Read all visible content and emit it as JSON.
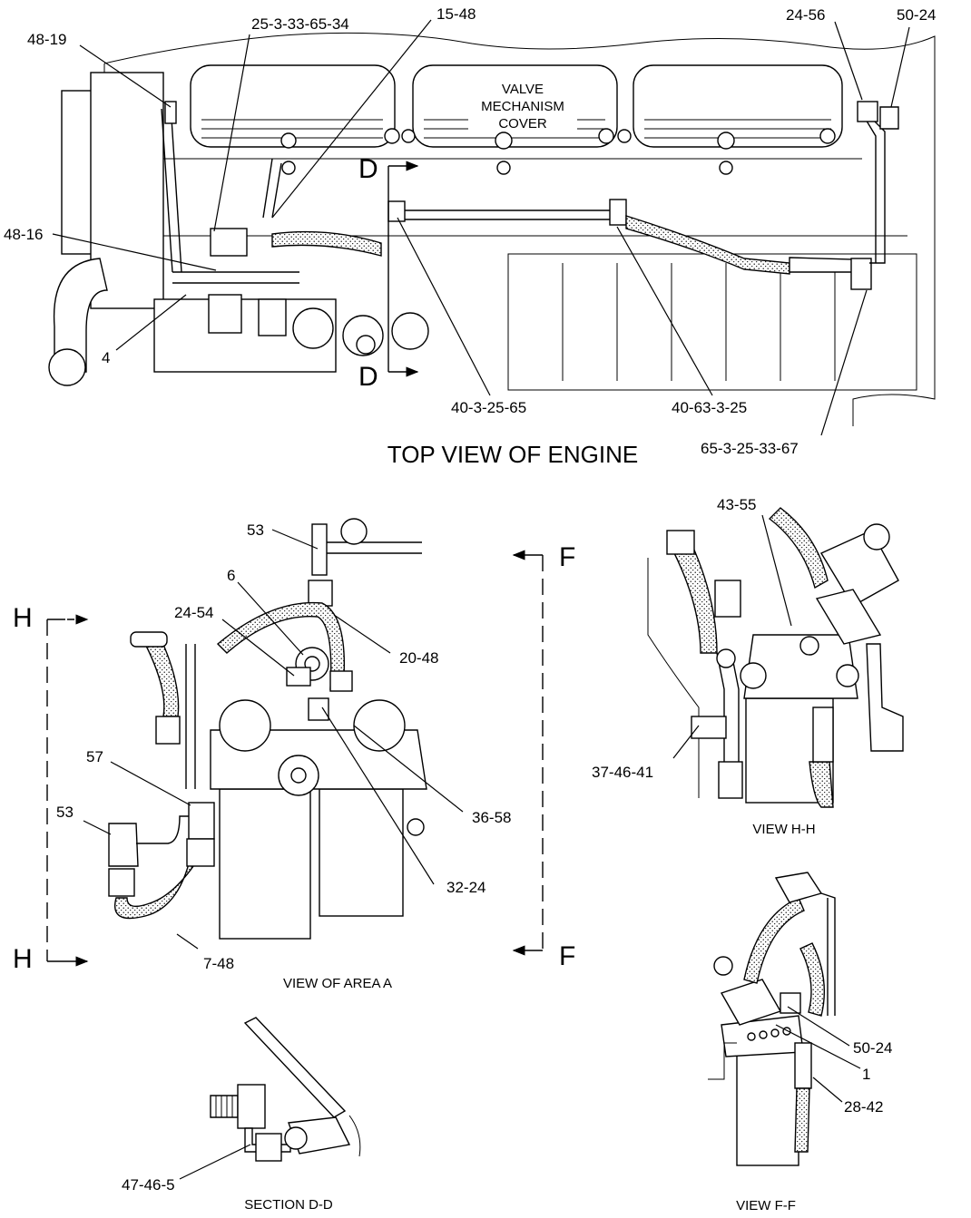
{
  "titles": {
    "top_view": "TOP VIEW OF ENGINE",
    "valve_cover": [
      "VALVE",
      "MECHANISM",
      "COVER"
    ],
    "view_area_a": "VIEW OF AREA A",
    "view_hh": "VIEW H-H",
    "view_ff": "VIEW F-F",
    "section_dd": "SECTION D-D"
  },
  "section_markers": {
    "d_top": "D",
    "d_bottom": "D",
    "h_top": "H",
    "h_bottom": "H",
    "f_top": "F",
    "f_bottom": "F"
  },
  "callouts": {
    "top": [
      "48-19",
      "25-3-33-65-34",
      "15-48",
      "24-56",
      "50-24",
      "48-16",
      "4",
      "40-3-25-65",
      "40-63-3-25",
      "65-3-25-33-67"
    ],
    "area_a": [
      "53",
      "6",
      "24-54",
      "20-48",
      "57",
      "53",
      "36-58",
      "32-24",
      "7-48"
    ],
    "view_hh": [
      "43-55",
      "37-46-41"
    ],
    "view_ff": [
      "50-24",
      "1",
      "28-42"
    ],
    "section_dd": [
      "47-46-5"
    ]
  }
}
